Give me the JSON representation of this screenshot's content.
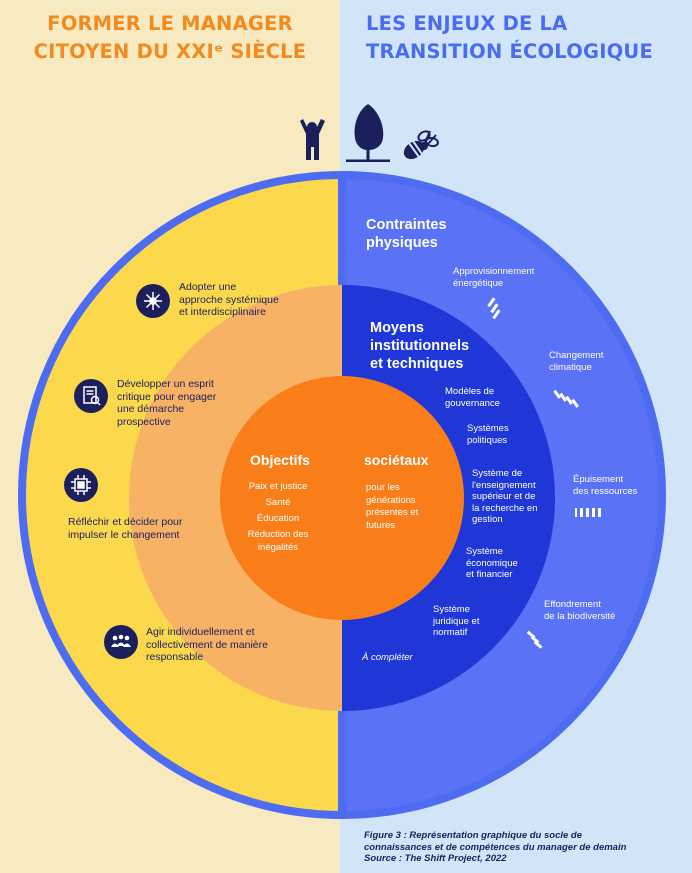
{
  "titles": {
    "left": "FORMER LE MANAGER\nCITOYEN DU XXIᵉ SIÈCLE",
    "right": "LES ENJEUX DE LA\nTRANSITION ÉCOLOGIQUE"
  },
  "top_icons": [
    "person-icon",
    "tree-icon",
    "bee-icon"
  ],
  "competences": [
    {
      "icon": "network-icon",
      "text": "Adopter une\napproche systémique\net interdisciplinaire"
    },
    {
      "icon": "document-search-icon",
      "text": "Développer un esprit\ncritique pour engager\nune démarche\nprospective"
    },
    {
      "icon": "chip-icon",
      "text": "Réfléchir et décider pour\nimpulser le changement"
    },
    {
      "icon": "group-icon",
      "text": "Agir individuellement et\ncollectivement de manière\nresponsable"
    }
  ],
  "contraintes": {
    "title": "Contraintes\nphysiques",
    "items": [
      "Approvisionnement\nénergétique",
      "Changement\nclimatique",
      "Épuisement\ndes ressources",
      "Effondrement\nde la biodiversité"
    ]
  },
  "moyens": {
    "title": "Moyens\ninstitutionnels\net techniques",
    "items": [
      "Modèles de\ngouvernance",
      "Systèmes\npolitiques",
      "Système de\nl'enseignement\nsupérieur et de\nla recherche en\ngestion",
      "Système\néconomique\net financier",
      "Système\njuridique et\nnormatif"
    ],
    "extra": "À compléter"
  },
  "objectifs": {
    "title_left": "Objectifs",
    "title_right": "sociétaux",
    "items_left": [
      "Paix et justice",
      "Santé",
      "Éducation",
      "Réduction des\ninégalités"
    ],
    "text_right": "pour les\ngénérations\nprésentes et\nfutures"
  },
  "caption": "Figure 3 : Représentation graphique du socle de\nconnaissances et de compétences du manager de demain\nSource : The Shift Project, 2022",
  "colors": {
    "bg_left": "#f8eac0",
    "bg_right": "#d2e5f8",
    "title_left": "#f28a1e",
    "title_right": "#4a6cf0",
    "ring_outer_left": "#fcd94c",
    "ring_mid_left": "#f7b266",
    "core": "#f97e1a",
    "ring_outer_right": "#5a72f6",
    "ring_mid_right": "#1f37d6",
    "border": "#4e6cf2",
    "navy": "#1b1f5c"
  }
}
